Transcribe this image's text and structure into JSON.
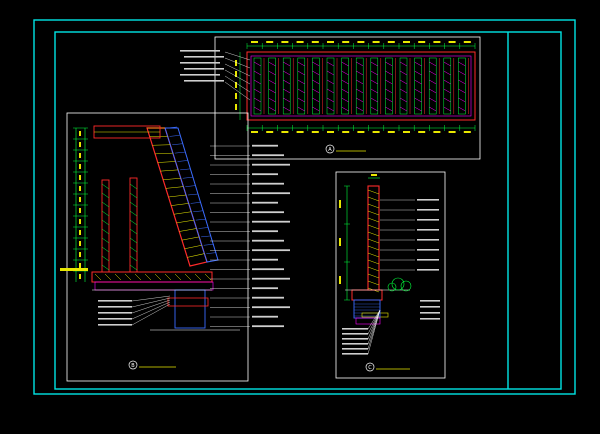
{
  "colors": {
    "background": "#000000",
    "frame": "#00e5e5",
    "sheet": "#ffffff",
    "wall_red": "#ff2a2a",
    "dim_green": "#00ff3c",
    "label_yellow": "#e8e800",
    "concrete_blue": "#3b6cff",
    "fill_magenta": "#ff00ff"
  },
  "views": {
    "a": {
      "marker": "A",
      "title": ""
    },
    "b": {
      "marker": "B",
      "title": ""
    },
    "c": {
      "marker": "C",
      "title": ""
    }
  }
}
